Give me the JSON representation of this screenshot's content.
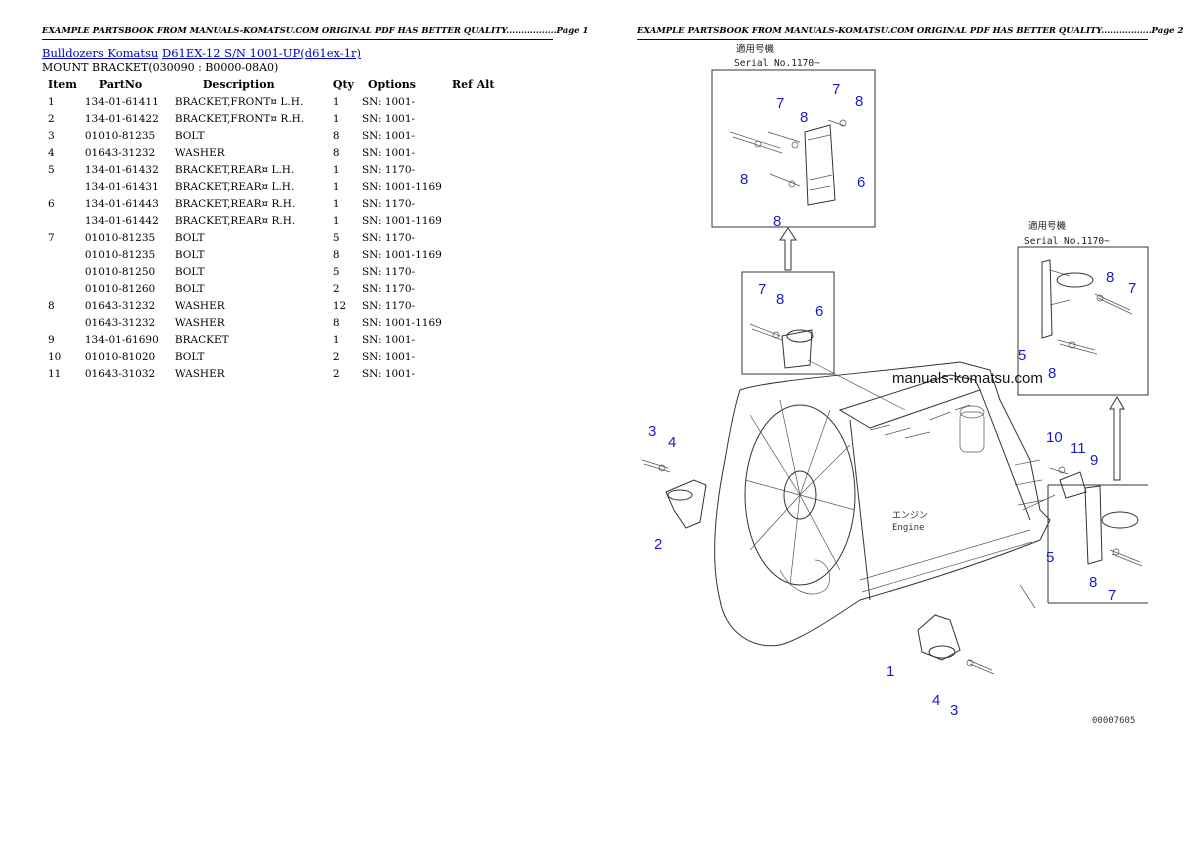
{
  "headers": {
    "page1": "EXAMPLE PARTSBOOK FROM MANUALS-KOMATSU.COM ORIGINAL PDF HAS BETTER QUALITY.................Page 1",
    "page2": "EXAMPLE PARTSBOOK FROM MANUALS-KOMATSU.COM ORIGINAL PDF HAS BETTER QUALITY.................Page 2"
  },
  "breadcrumb": {
    "link1": "Bulldozers Komatsu",
    "link2": "D61EX-12 S/N 1001-UP(d61ex-1r)"
  },
  "group_title": "MOUNT BRACKET(030090 : B0000-08A0)",
  "table": {
    "columns": [
      "Item",
      "PartNo",
      "Description",
      "Qty",
      "Options",
      "Ref Alt"
    ],
    "rows": [
      {
        "item": "1",
        "partno": "134-01-61411",
        "desc": "BRACKET,FRONT¤ L.H.",
        "qty": "1",
        "options": "SN: 1001-"
      },
      {
        "item": "2",
        "partno": "134-01-61422",
        "desc": "BRACKET,FRONT¤ R.H.",
        "qty": "1",
        "options": "SN: 1001-"
      },
      {
        "item": "3",
        "partno": "01010-81235",
        "desc": "BOLT",
        "qty": "8",
        "options": "SN: 1001-"
      },
      {
        "item": "4",
        "partno": "01643-31232",
        "desc": "WASHER",
        "qty": "8",
        "options": "SN: 1001-"
      },
      {
        "item": "5",
        "partno": "134-01-61432",
        "desc": "BRACKET,REAR¤ L.H.",
        "qty": "1",
        "options": "SN: 1170-"
      },
      {
        "item": "",
        "partno": "134-01-61431",
        "desc": "BRACKET,REAR¤ L.H.",
        "qty": "1",
        "options": "SN: 1001-1169"
      },
      {
        "item": "6",
        "partno": "134-01-61443",
        "desc": "BRACKET,REAR¤ R.H.",
        "qty": "1",
        "options": "SN: 1170-"
      },
      {
        "item": "",
        "partno": "134-01-61442",
        "desc": "BRACKET,REAR¤ R.H.",
        "qty": "1",
        "options": "SN: 1001-1169"
      },
      {
        "item": "7",
        "partno": "01010-81235",
        "desc": "BOLT",
        "qty": "5",
        "options": "SN: 1170-"
      },
      {
        "item": "",
        "partno": "01010-81235",
        "desc": "BOLT",
        "qty": "8",
        "options": "SN: 1001-1169"
      },
      {
        "item": "",
        "partno": "01010-81250",
        "desc": "BOLT",
        "qty": "5",
        "options": "SN: 1170-"
      },
      {
        "item": "",
        "partno": "01010-81260",
        "desc": "BOLT",
        "qty": "2",
        "options": "SN: 1170-"
      },
      {
        "item": "8",
        "partno": "01643-31232",
        "desc": "WASHER",
        "qty": "12",
        "options": "SN: 1170-"
      },
      {
        "item": "",
        "partno": "01643-31232",
        "desc": "WASHER",
        "qty": "8",
        "options": "SN: 1001-1169"
      },
      {
        "item": "9",
        "partno": "134-01-61690",
        "desc": "BRACKET",
        "qty": "1",
        "options": "SN: 1001-"
      },
      {
        "item": "10",
        "partno": "01010-81020",
        "desc": "BOLT",
        "qty": "2",
        "options": "SN: 1001-"
      },
      {
        "item": "11",
        "partno": "01643-31032",
        "desc": "WASHER",
        "qty": "2",
        "options": "SN: 1001-"
      }
    ]
  },
  "diagram": {
    "watermark": "manuals-komatsu.com",
    "serial_note_top": "Serial No.1170~",
    "serial_note_right": "Serial No.1170~",
    "engine_label": "Engine",
    "drawing_no": "00007605",
    "callouts": {
      "c1": "1",
      "c2": "2",
      "c3a": "3",
      "c3b": "3",
      "c4a": "4",
      "c4b": "4",
      "c5a": "5",
      "c5b": "5",
      "c6a": "6",
      "c6b": "6",
      "c7a": "7",
      "c7b": "7",
      "c7c": "7",
      "c7d": "7",
      "c7e": "7",
      "c8a": "8",
      "c8b": "8",
      "c8c": "8",
      "c8d": "8",
      "c8e": "8",
      "c8f": "8",
      "c8g": "8",
      "c9": "9",
      "c10": "10",
      "c11": "11"
    }
  }
}
